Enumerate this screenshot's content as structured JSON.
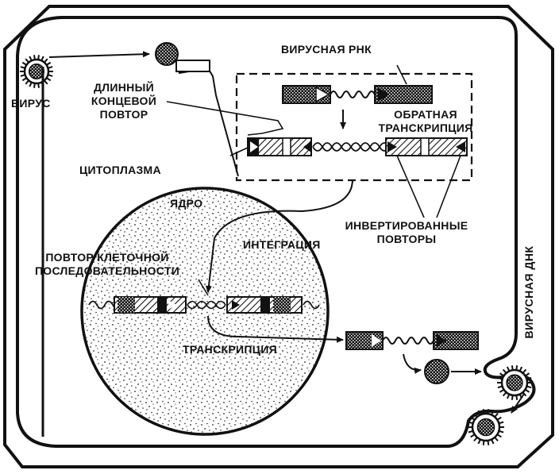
{
  "labels": {
    "virus": "ВИРУС",
    "viral_rna": "ВИРУСНАЯ РНК",
    "ltr": [
      "ДЛИННЫЙ",
      "КОНЦЕВОЙ",
      "ПОВТОР"
    ],
    "reverse_transcription": [
      "ОБРАТНАЯ",
      "ТРАНСКРИПЦИЯ"
    ],
    "cytoplasm": "ЦИТОПЛАЗМА",
    "nucleus": "ЯДРО",
    "inverted_repeats": [
      "ИНВЕРТИРОВАННЫЕ",
      "ПОВТОРЫ"
    ],
    "integration": "ИНТЕГРАЦИЯ",
    "host_repeat": [
      "ПОВТОР КЛЕТОЧНОЙ",
      "ПОСЛЕДОВАТЕЛЬНОСТИ"
    ],
    "transcription": "ТРАНСКРИПЦИЯ",
    "viral_dna": "ВИРУСНАЯ ДНК"
  }
}
